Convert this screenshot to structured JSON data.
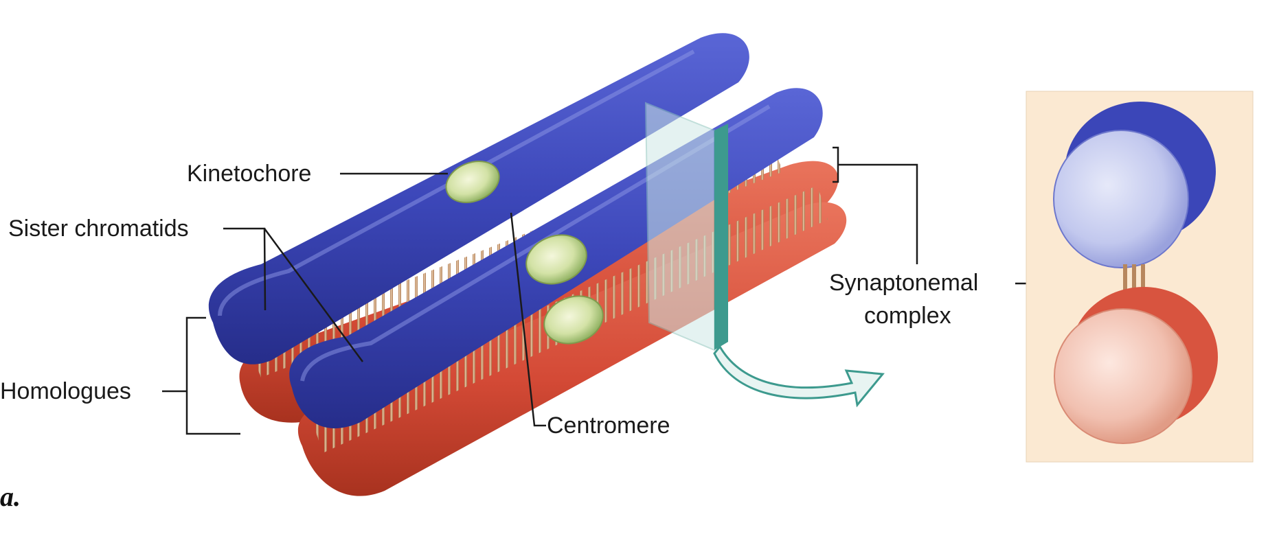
{
  "figure": {
    "panel_letter": "a."
  },
  "labels": {
    "kinetochore": "Kinetochore",
    "sister_chromatids": "Sister chromatids",
    "homologues": "Homologues",
    "centromere": "Centromere",
    "synaptonemal_line1": "Synaptonemal",
    "synaptonemal_line2": "complex"
  },
  "colors": {
    "chromatid_blue": "#3b46b8",
    "chromatid_red": "#d8543f",
    "kinetochore_green": "#c9dc9a",
    "plane_teal": "#3d9a8e",
    "inset_background": "#fbe9d2"
  }
}
